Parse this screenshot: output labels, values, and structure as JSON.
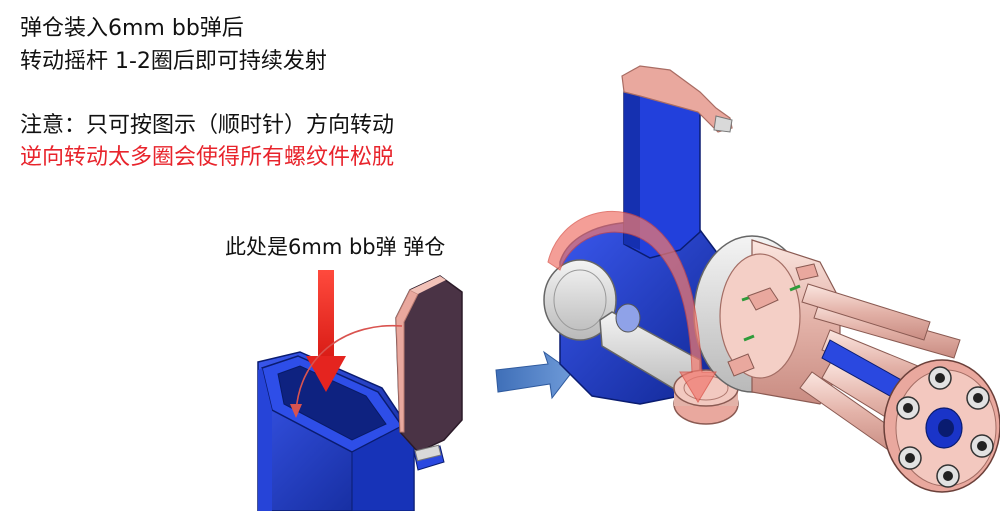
{
  "instructions": {
    "line1": "弹仓装入6mm bb弹后",
    "line2": "转动摇杆 1-2圈后即可持续发射",
    "note": "注意：只可按图示（顺时针）方向转动",
    "warning": "逆向转动太多圈会使得所有螺纹件松脱"
  },
  "callout": "此处是6mm bb弹 弹仓",
  "colors": {
    "text": "#111111",
    "warning": "#e8242c",
    "arrow_red": "#e5241f",
    "arrow_blue": "#4a7cc2",
    "body_blue": "#1f3fd6",
    "body_blue_dark": "#0f2590",
    "pink": "#e9a89e",
    "grey": "#d9d9d9",
    "green": "#2e9b3a"
  },
  "icons": {
    "down_arrow": "red-down-arrow-icon",
    "curved_arrow": "curved-arrow-icon",
    "right_arrow": "blue-right-arrow-icon"
  }
}
